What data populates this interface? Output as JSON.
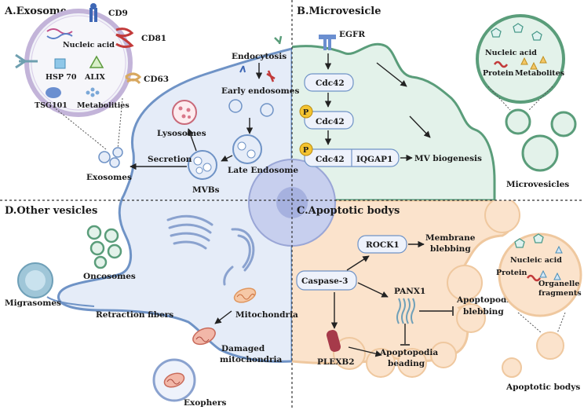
{
  "panels": {
    "a": {
      "title": "A.Exosome",
      "cd9": "CD9",
      "nucleic_acid": "Nucleic acid",
      "cd81": "CD81",
      "hsp70": "HSP 70",
      "alix": "ALIX",
      "cd63": "CD63",
      "tsg101": "TSG101",
      "metabolites": "Metabolities",
      "endocytosis": "Endocytosis",
      "early_endosomes": "Early endosomes",
      "lysosomes": "Lysosomes",
      "late_endosome": "Late Endosome",
      "secretion": "Secretion",
      "mvbs": "MVBs",
      "exosomes": "Exosomes"
    },
    "b": {
      "title": "B.Microvesicle",
      "egfr": "EGFR",
      "cdc42_1": "Cdc42",
      "cdc42_2": "Cdc42",
      "cdc42_3": "Cdc42",
      "iqgap1": "IQGAP1",
      "p_badge": "P",
      "mv_biogenesis": "MV biogenesis",
      "nucleic_acid": "Nucleic acid",
      "protein": "Protein",
      "metabolites": "Metabolites",
      "microvesicles": "Microvesicles"
    },
    "c": {
      "title": "C.Apoptotic bodys",
      "rock1": "ROCK1",
      "membrane": "Membrane",
      "blebbing": "blebbing",
      "caspase3": "Caspase-3",
      "panx1": "PANX1",
      "apoptopodia": "Apoptopodia",
      "blebbing2": "blebbing",
      "plexb2": "PLEXB2",
      "apoptopodia2": "Apoptopodia",
      "beading": "beading",
      "nucleic_acid": "Nucleic acid",
      "protein": "Protein",
      "organelle": "Organelle",
      "fragments": "fragments",
      "apoptotic_bodys": "Apoptotic bodys"
    },
    "d": {
      "title": "D.Other vesicles",
      "oncosomes": "Oncosomes",
      "migrasomes": "Migrasomes",
      "retraction_fibers": "Retraction fibers",
      "mitochondria": "Mitochondria",
      "damaged": "Damaged",
      "mitochondria2": "mitochondria",
      "exophers": "Exophers"
    }
  },
  "colors": {
    "cell_blue": "#e5ecf8",
    "cell_outline": "#6f93c6",
    "green": "#e3f2ea",
    "green_outline": "#5a9d7a",
    "peach": "#fbe3cc",
    "peach_outline": "#e9c39a",
    "nucleus": "#b9c3e6",
    "box_fill": "#eef2fb",
    "badge": "#f4c430"
  },
  "icons": [
    "receptor-icon",
    "dna-icon",
    "protein-icon",
    "triangle-icon",
    "pentagon-icon",
    "mitochondria-icon",
    "golgi-icon",
    "er-icon"
  ]
}
